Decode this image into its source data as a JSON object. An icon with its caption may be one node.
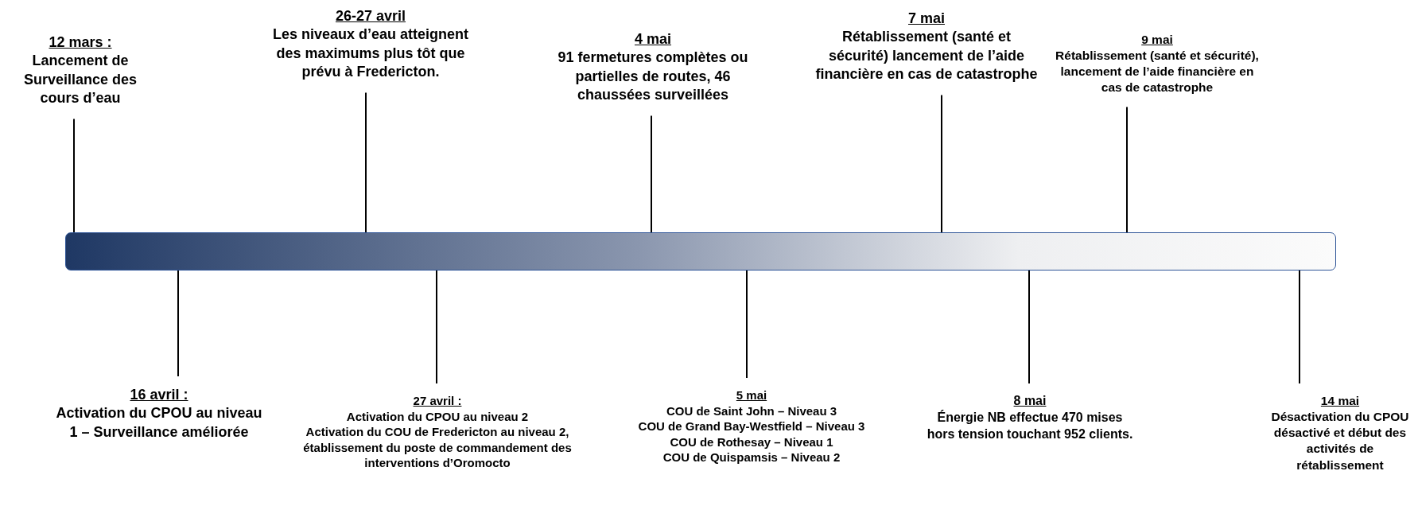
{
  "diagram": {
    "nodes": [
      {
        "text": [],
        "shape": "bar"
      },
      {
        "text": [
          "12 mars :",
          "Lancement de Surveillance des cours d’eau"
        ]
      },
      {
        "text": [
          "26-27 avril",
          "Les niveaux d’eau atteignent des maximums plus tôt que prévu à Fredericton."
        ]
      },
      {
        "text": [
          "4 mai",
          "91 fermetures complètes ou partielles de routes, 46 chaussées surveillées"
        ]
      },
      {
        "text": [
          "7 mai",
          "Rétablissement (santé et sécurité) lancement de l’aide financière en cas de catastrophe"
        ]
      },
      {
        "text": [
          "9 mai",
          "Rétablissement (santé et sécurité), lancement de l’aide financière en cas de catastrophe"
        ]
      },
      {
        "text": [
          "16 avril :",
          "Activation du CPOU au niveau 1 – Surveillance améliorée"
        ]
      },
      {
        "text": [
          "27 avril :",
          "Activation du CPOU au niveau 2",
          "Activation du COU de Fredericton au niveau 2, établissement du poste de commandement des interventions d’Oromocto"
        ]
      },
      {
        "text": [
          "5 mai",
          "COU de Saint John – Niveau 3",
          "COU de Grand Bay-Westfield – Niveau 3",
          "COU de Rothesay – Niveau 1",
          "COU de Quispamsis – Niveau 2"
        ]
      },
      {
        "text": [
          "8 mai",
          "Énergie NB effectue 470 mises hors tension touchant 952 clients."
        ]
      },
      {
        "text": [
          "14 mai",
          "Désactivation du CPOU désactivé et début des activités de rétablissement"
        ]
      }
    ],
    "edges": [
      {
        "from": 1,
        "to": 0,
        "arrow": "none"
      },
      {
        "from": 2,
        "to": 0,
        "arrow": "none"
      },
      {
        "from": 3,
        "to": 0,
        "arrow": "none"
      },
      {
        "from": 4,
        "to": 0,
        "arrow": "none"
      },
      {
        "from": 5,
        "to": 0,
        "arrow": "none"
      },
      {
        "from": 6,
        "to": 0,
        "arrow": "none"
      },
      {
        "from": 7,
        "to": 0,
        "arrow": "none"
      },
      {
        "from": 8,
        "to": 0,
        "arrow": "none"
      },
      {
        "from": 9,
        "to": 0,
        "arrow": "none"
      },
      {
        "from": 10,
        "to": 0,
        "arrow": "none"
      }
    ]
  }
}
